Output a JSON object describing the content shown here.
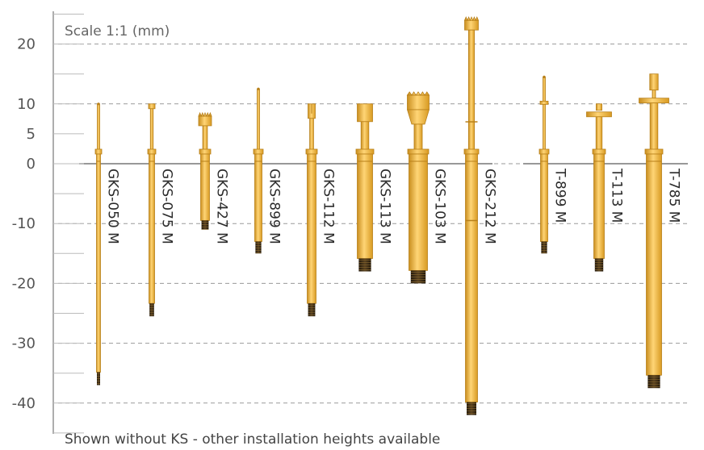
{
  "scale_label": "Scale 1:1 (mm)",
  "footer_note": "Shown without KS - other installation heights available",
  "colors": {
    "gold": "#F2B230",
    "gold_light": "#FFD576",
    "gold_dark": "#B8801A",
    "thread": "#3a2a12",
    "grid": "#9a9a9a",
    "axis": "#777777"
  },
  "axis": {
    "unit": "mm",
    "range": [
      -44,
      25
    ],
    "gridlines": [
      20,
      10,
      0,
      -10,
      -20,
      -30,
      -40
    ],
    "ticks": [
      {
        "value": 20,
        "label": "20"
      },
      {
        "value": 10,
        "label": "10"
      },
      {
        "value": 5,
        "label": "5"
      },
      {
        "value": 0,
        "label": "0"
      },
      {
        "value": -10,
        "label": "-10"
      },
      {
        "value": -20,
        "label": "-20"
      },
      {
        "value": -30,
        "label": "-30"
      },
      {
        "value": -40,
        "label": "-40"
      }
    ]
  },
  "probes": [
    {
      "name": "GKS-050 M",
      "group": 1,
      "top_mm": 10,
      "bottom_mm": -37,
      "head": "needle"
    },
    {
      "name": "GKS-075 M",
      "group": 1,
      "top_mm": 10,
      "bottom_mm": -25.5,
      "head": "small-cap"
    },
    {
      "name": "GKS-427 M",
      "group": 1,
      "top_mm": 8.5,
      "bottom_mm": -11,
      "head": "crown"
    },
    {
      "name": "GKS-899 M",
      "group": 1,
      "top_mm": 12.5,
      "bottom_mm": -15,
      "head": "needle"
    },
    {
      "name": "GKS-112 M",
      "group": 1,
      "top_mm": 10,
      "bottom_mm": -25.5,
      "head": "fork"
    },
    {
      "name": "GKS-113 M",
      "group": 1,
      "top_mm": 10,
      "bottom_mm": -18,
      "head": "flat"
    },
    {
      "name": "GKS-103 M",
      "group": 1,
      "top_mm": 12,
      "bottom_mm": -20,
      "head": "crown-large"
    },
    {
      "name": "GKS-212 M",
      "group": 1,
      "top_mm": 24.5,
      "bottom_mm": -42,
      "head": "crown-small"
    },
    {
      "name": "T-899 M",
      "group": 2,
      "top_mm": 14.5,
      "bottom_mm": -15,
      "head": "needle"
    },
    {
      "name": "T-113 M",
      "group": 2,
      "top_mm": 10,
      "bottom_mm": -18,
      "head": "flange"
    },
    {
      "name": "T-785 M",
      "group": 2,
      "top_mm": 15,
      "bottom_mm": -37.5,
      "head": "flange-tall"
    }
  ]
}
